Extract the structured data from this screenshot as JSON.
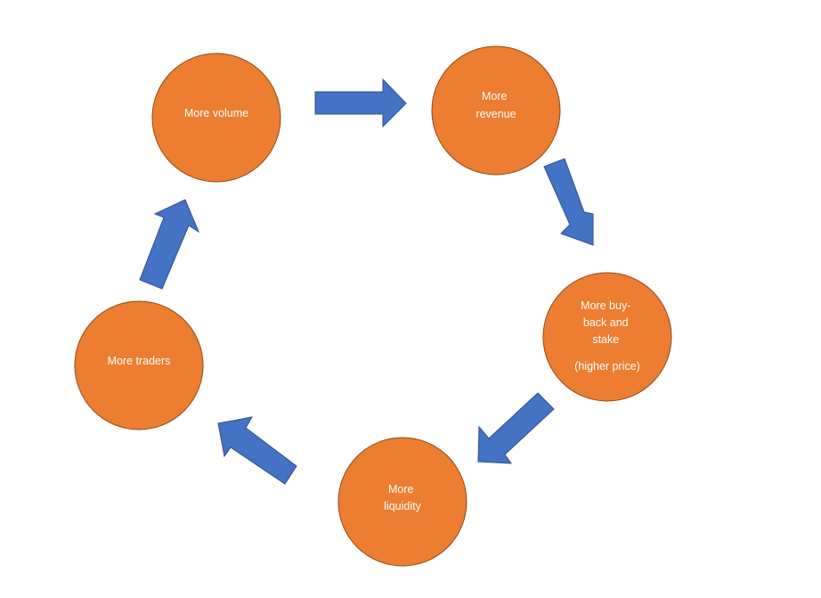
{
  "diagram": {
    "type": "cycle",
    "colors": {
      "node_fill": "#ED7D31",
      "node_stroke": "#8A4A1C",
      "arrow_fill": "#4472C4",
      "arrow_stroke": "#2F528F",
      "text": "#FFFFFF",
      "background": "#FFFFFF"
    },
    "nodes": [
      {
        "id": "volume",
        "lines": [
          "More volume"
        ]
      },
      {
        "id": "revenue",
        "lines": [
          "More",
          "revenue"
        ]
      },
      {
        "id": "buyback",
        "lines": [
          "More buy-",
          "back and",
          "stake",
          "",
          "(higher price)"
        ]
      },
      {
        "id": "liquidity",
        "lines": [
          "More",
          "liquidity"
        ]
      },
      {
        "id": "traders",
        "lines": [
          "More traders"
        ]
      }
    ],
    "edges": [
      {
        "from": "volume",
        "to": "revenue"
      },
      {
        "from": "revenue",
        "to": "buyback"
      },
      {
        "from": "buyback",
        "to": "liquidity"
      },
      {
        "from": "liquidity",
        "to": "traders"
      },
      {
        "from": "traders",
        "to": "volume"
      }
    ]
  }
}
